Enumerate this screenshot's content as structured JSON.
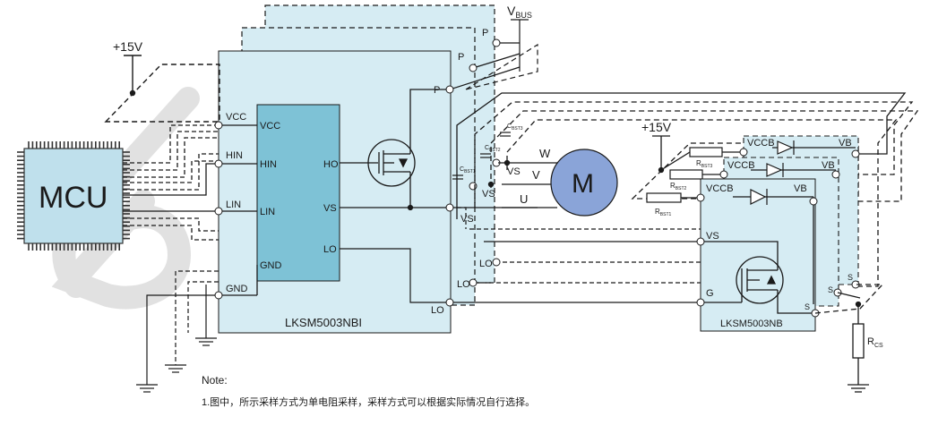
{
  "supply": {
    "v15_left": "+15V",
    "v15_right": "+15V",
    "vbus_main": "V",
    "vbus_sub": "BUS"
  },
  "mcu": {
    "label": "MCU"
  },
  "driver_ic": {
    "name": "LKSM5003NBI",
    "outer_pins": {
      "vcc": "VCC",
      "hin": "HIN",
      "lin": "LIN",
      "gnd": "GND"
    },
    "inner_pins": {
      "vcc": "VCC",
      "hin": "HIN",
      "lin": "LIN",
      "gnd": "GND",
      "ho": "HO",
      "vs": "VS",
      "lo": "LO"
    },
    "stack_pins": {
      "p1": "P",
      "p2": "P",
      "p3": "P",
      "lo1": "LO",
      "lo2": "LO",
      "lo3": "LO",
      "vs1": "VS",
      "vs2": "VS",
      "vs3": "VS"
    }
  },
  "bootstrap_caps": {
    "c1_main": "C",
    "c1_sub": "BST1",
    "c2_main": "C",
    "c2_sub": "BST2",
    "c3_main": "C",
    "c3_sub": "BST3"
  },
  "motor": {
    "label": "M",
    "phase_w": "W",
    "phase_v": "V",
    "phase_u": "U"
  },
  "bootstrap_resistors": {
    "r3_main": "R",
    "r3_sub": "BST3",
    "r2_main": "R",
    "r2_sub": "BST2",
    "r1_main": "R",
    "r1_sub": "BST1"
  },
  "low_side_ic": {
    "name": "LKSM5003NB",
    "pins": {
      "vccb1": "VCCB",
      "vccb2": "VCCB",
      "vccb3": "VCCB",
      "vb1": "VB",
      "vb2": "VB",
      "vb3": "VB",
      "vs": "VS",
      "g": "G",
      "s1": "S",
      "s2": "S",
      "s3": "S"
    }
  },
  "shunt": {
    "r_main": "R",
    "r_sub": "CS"
  },
  "note": {
    "title": "Note:",
    "line1": "1.图中，所示采样方式为单电阻采样，采样方式可以根据实际情况自行选择。"
  },
  "colors": {
    "module_fill": "#d6ecf3",
    "ic_core_fill": "#7ec2d6",
    "motor_fill": "#8aa4d8",
    "line": "#1a1a1a",
    "watermark": "#bdbdbd"
  }
}
